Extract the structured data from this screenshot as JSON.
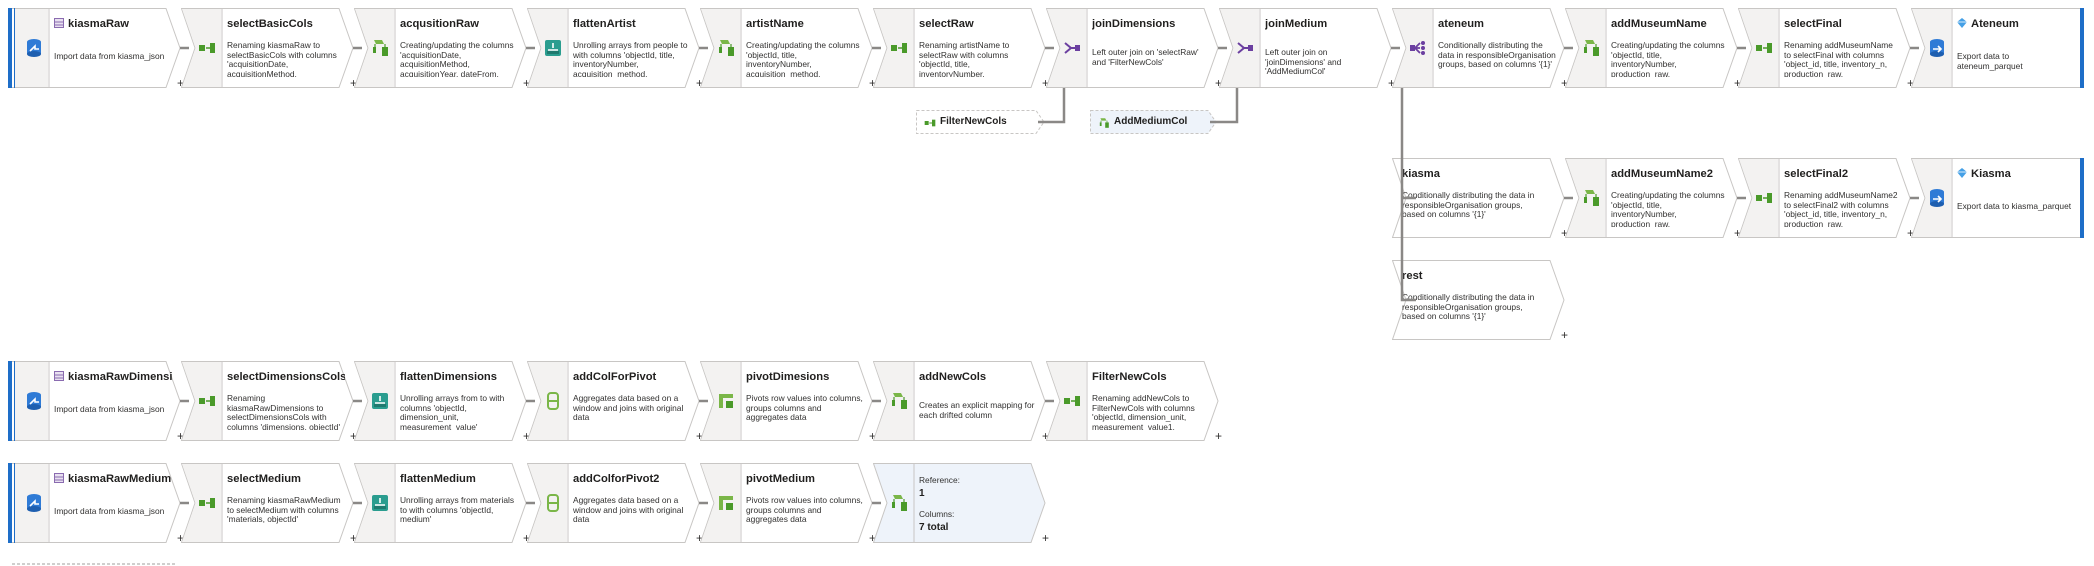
{
  "streams": {
    "row1": [
      {
        "title": "kiasmaRaw",
        "desc": "Import data from kiasma_json",
        "icon": "source-icon",
        "kind": "source",
        "title_icon": "dataset-icon"
      },
      {
        "title": "selectBasicCols",
        "desc": "Renaming kiasmaRaw to selectBasicCols with columns 'acquisitionDate, acquisitionMethod, acquisitionYear, dateFrom,",
        "icon": "select-icon"
      },
      {
        "title": "acqusitionRaw",
        "desc": "Creating/updating the columns 'acquisitionDate, acquisitionMethod, acquisitionYear, dateFrom, dateTo, objectId'",
        "icon": "derived-column-icon"
      },
      {
        "title": "flattenArtist",
        "desc": "Unrolling arrays from people to with columns 'objectId, title, inventoryNumber, acquisition_method,",
        "icon": "flatten-icon"
      },
      {
        "title": "artistName",
        "desc": "Creating/updating the columns 'objectId, title, inventoryNumber, acquisition_method,",
        "icon": "derived-column-icon"
      },
      {
        "title": "selectRaw",
        "desc": "Renaming artistName to selectRaw with columns 'objectId, title, inventoryNumber,",
        "icon": "select-icon"
      },
      {
        "title": "joinDimensions",
        "desc": "Left outer join on 'selectRaw' and 'FilterNewCols'",
        "icon": "join-icon"
      },
      {
        "title": "joinMedium",
        "desc": "Left outer join on 'joinDimensions' and 'AddMediumCol'",
        "icon": "join-icon"
      },
      {
        "title": "ateneum",
        "desc": "Conditionally distributing the data in responsibleOrganisation groups, based on columns '{1}'",
        "icon": "split-icon"
      },
      {
        "title": "addMuseumName",
        "desc": "Creating/updating the columns 'objectId, title, inventoryNumber, production_raw,",
        "icon": "derived-column-icon"
      },
      {
        "title": "selectFinal",
        "desc": "Renaming addMuseumName to selectFinal with columns 'object_id, title, inventory_n, production_raw,",
        "icon": "select-icon"
      },
      {
        "title": "Ateneum",
        "desc": "Export data to ateneum_parquet",
        "icon": "sink-icon",
        "kind": "sink",
        "title_icon": "diamond-icon"
      }
    ],
    "row1_inputs": [
      {
        "title": "FilterNewCols",
        "icon": "select-icon"
      },
      {
        "title": "AddMediumCol",
        "icon": "derived-column-icon"
      }
    ],
    "branch_kiasma": [
      {
        "title": "kiasma",
        "desc": "Conditionally distributing the data in responsibleOrganisation groups, based on columns '{1}'",
        "icon": ""
      },
      {
        "title": "addMuseumName2",
        "desc": "Creating/updating the columns 'objectId, title, inventoryNumber, production_raw,",
        "icon": "derived-column-icon"
      },
      {
        "title": "selectFinal2",
        "desc": "Renaming addMuseumName2 to selectFinal2 with columns 'object_id, title, inventory_n, production_raw,",
        "icon": "select-icon"
      },
      {
        "title": "Kiasma",
        "desc": "Export data to kiasma_parquet",
        "icon": "sink-icon",
        "kind": "sink",
        "title_icon": "diamond-icon"
      }
    ],
    "branch_rest": [
      {
        "title": "rest",
        "desc": "Conditionally distributing the data in responsibleOrganisation groups, based on columns '{1}'",
        "icon": ""
      }
    ],
    "row2": [
      {
        "title": "kiasmaRawDimensions",
        "desc": "Import data from kiasma_json",
        "icon": "source-icon",
        "kind": "source",
        "title_icon": "dataset-icon"
      },
      {
        "title": "selectDimensionsCols",
        "desc": "Renaming kiasmaRawDimensions to selectDimensionsCols with columns 'dimensions, objectId'",
        "icon": "select-icon"
      },
      {
        "title": "flattenDimensions",
        "desc": "Unrolling arrays from  to  with columns 'objectId, dimension_unit, measurement_value'",
        "icon": "flatten-icon"
      },
      {
        "title": "addColForPivot",
        "desc": "Aggregates data based on a window and joins with original data",
        "icon": "window-icon"
      },
      {
        "title": "pivotDimesions",
        "desc": "Pivots row values into columns, groups columns and aggregates data",
        "icon": "pivot-icon"
      },
      {
        "title": "addNewCols",
        "desc": "Creates an explicit mapping for each drifted column",
        "icon": "derived-column-icon"
      },
      {
        "title": "FilterNewCols",
        "desc": "Renaming addNewCols to FilterNewCols with columns 'objectId, dimension_unit, measurement_value1,",
        "icon": "select-icon"
      }
    ],
    "row3": [
      {
        "title": "kiasmaRawMedium",
        "desc": "Import data from kiasma_json",
        "icon": "source-icon",
        "kind": "source",
        "title_icon": "dataset-icon"
      },
      {
        "title": "selectMedium",
        "desc": "Renaming kiasmaRawMedium to selectMedium with columns 'materials, objectId'",
        "icon": "select-icon"
      },
      {
        "title": "flattenMedium",
        "desc": "Unrolling arrays from materials to  with columns 'objectId, medium'",
        "icon": "flatten-icon"
      },
      {
        "title": "addColforPivot2",
        "desc": "Aggregates data based on a window and joins with original data",
        "icon": "window-icon"
      },
      {
        "title": "pivotMedium",
        "desc": "Pivots row values into columns, groups columns and aggregates data",
        "icon": "pivot-icon"
      }
    ],
    "row3_ref": {
      "reference_label": "Reference:",
      "reference_value": "1",
      "columns_label": "Columns:",
      "columns_value": "7 total",
      "icon": "derived-column-icon"
    }
  },
  "plus_label": "+",
  "colors": {
    "accent": "#1e6ec8",
    "border": "#c8c6c4",
    "icon_bg": "#f3f2f1",
    "ref_bg": "#eef3fa",
    "connector": "#8a8886"
  }
}
